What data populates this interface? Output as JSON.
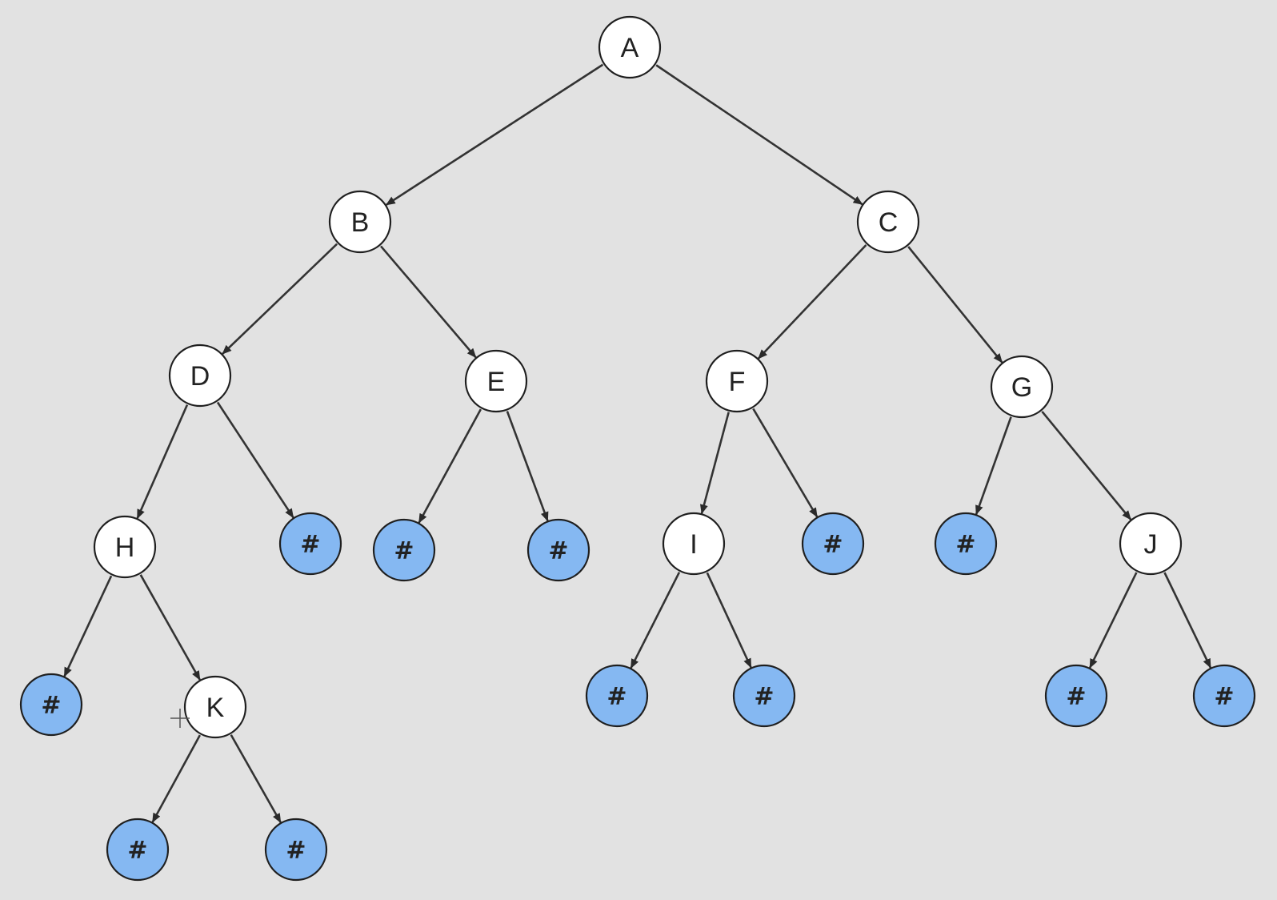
{
  "colors": {
    "background": "#e2e2e2",
    "node_fill": "#ffffff",
    "null_fill": "#85b8f2",
    "stroke": "#1f1f1f",
    "edge": "#333333",
    "text": "#222222"
  },
  "tree": {
    "label": "A",
    "left": {
      "label": "B",
      "left": {
        "label": "D",
        "left": {
          "label": "H",
          "left": {
            "label": "#",
            "null": true
          },
          "right": {
            "label": "K",
            "left": {
              "label": "#",
              "null": true
            },
            "right": {
              "label": "#",
              "null": true
            }
          }
        },
        "right": {
          "label": "#",
          "null": true
        }
      },
      "right": {
        "label": "E",
        "left": {
          "label": "#",
          "null": true
        },
        "right": {
          "label": "#",
          "null": true
        }
      }
    },
    "right": {
      "label": "C",
      "left": {
        "label": "F",
        "left": {
          "label": "I",
          "left": {
            "label": "#",
            "null": true
          },
          "right": {
            "label": "#",
            "null": true
          }
        },
        "right": {
          "label": "#",
          "null": true
        }
      },
      "right": {
        "label": "G",
        "left": {
          "label": "#",
          "null": true
        },
        "right": {
          "label": "J",
          "left": {
            "label": "#",
            "null": true
          },
          "right": {
            "label": "#",
            "null": true
          }
        }
      }
    }
  }
}
